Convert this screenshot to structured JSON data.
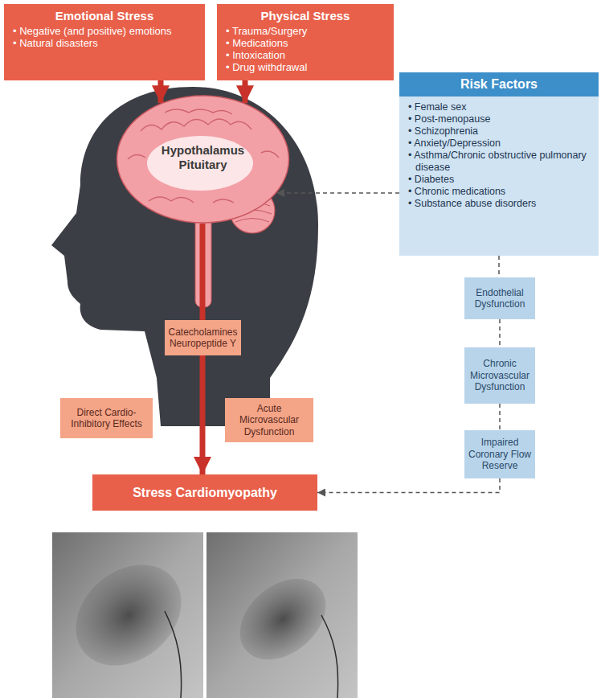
{
  "diagram": {
    "nodes": [
      {
        "text": [
          "Emotional Stress",
          "• Negative (and positive) emotions",
          "• Natural disasters"
        ]
      },
      {
        "text": [
          "Physical Stress",
          "• Trauma/Surgery",
          "• Medications",
          "• Intoxication",
          "• Drug withdrawal"
        ]
      },
      {
        "text": [
          "Risk Factors",
          "• Female sex",
          "• Post-menopause",
          "• Schizophrenia",
          "• Anxiety/Depression",
          "• Asthma/Chronic obstructive pulmonary disease",
          "• Diabetes",
          "• Chronic medications",
          "• Substance abuse disorders"
        ]
      },
      {
        "text": [
          "Hypothalamus Pituitary"
        ]
      },
      {
        "text": [
          "Catecholamines Neuropeptide Y"
        ]
      },
      {
        "text": [
          "Endothelial Dysfunction"
        ]
      },
      {
        "text": [
          "Direct Cardio-Inhibitory Effects"
        ]
      },
      {
        "text": [
          "Acute Microvascular Dysfunction"
        ]
      },
      {
        "text": [
          "Chronic Microvascular Dysfunction"
        ]
      },
      {
        "text": [
          "Impaired Coronary Flow Reserve"
        ]
      },
      {
        "text": [
          "Stress Cardiomyopathy"
        ]
      }
    ],
    "edges": [
      {
        "from": 0,
        "to": 3,
        "arrow": "to"
      },
      {
        "from": 1,
        "to": 3,
        "arrow": "to"
      },
      {
        "from": 2,
        "to": 3,
        "arrow": "to"
      },
      {
        "from": 3,
        "to": 4,
        "arrow": "none"
      },
      {
        "from": 4,
        "to": 10,
        "arrow": "to"
      },
      {
        "from": 2,
        "to": 5,
        "arrow": "none"
      },
      {
        "from": 5,
        "to": 8,
        "arrow": "none"
      },
      {
        "from": 8,
        "to": 9,
        "arrow": "none"
      },
      {
        "from": 9,
        "to": 10,
        "arrow": "to"
      }
    ]
  }
}
